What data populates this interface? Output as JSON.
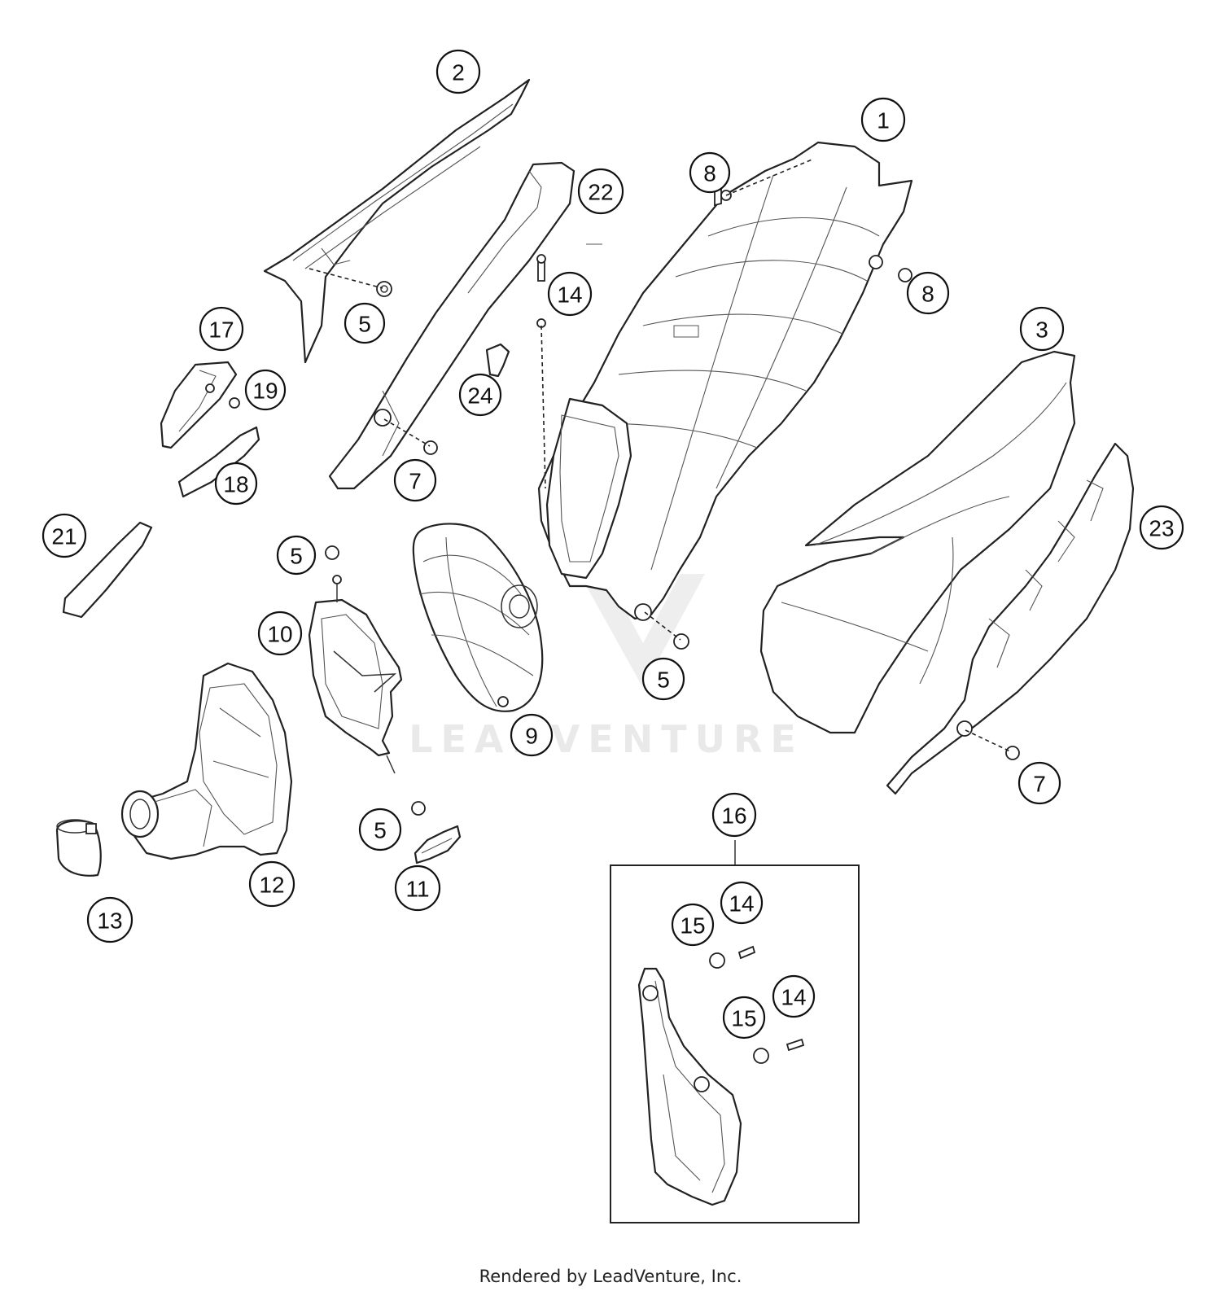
{
  "diagram": {
    "callouts": [
      {
        "id": "c2",
        "label": "2"
      },
      {
        "id": "c1",
        "label": "1"
      },
      {
        "id": "c8a",
        "label": "8"
      },
      {
        "id": "c22",
        "label": "22"
      },
      {
        "id": "c8b",
        "label": "8"
      },
      {
        "id": "c14a",
        "label": "14"
      },
      {
        "id": "c5a",
        "label": "5"
      },
      {
        "id": "c17",
        "label": "17"
      },
      {
        "id": "c3",
        "label": "3"
      },
      {
        "id": "c19",
        "label": "19"
      },
      {
        "id": "c24",
        "label": "24"
      },
      {
        "id": "c18",
        "label": "18"
      },
      {
        "id": "c7a",
        "label": "7"
      },
      {
        "id": "c23",
        "label": "23"
      },
      {
        "id": "c21",
        "label": "21"
      },
      {
        "id": "c5b",
        "label": "5"
      },
      {
        "id": "c10",
        "label": "10"
      },
      {
        "id": "c5c",
        "label": "5"
      },
      {
        "id": "c9",
        "label": "9"
      },
      {
        "id": "c7b",
        "label": "7"
      },
      {
        "id": "c16",
        "label": "16"
      },
      {
        "id": "c5d",
        "label": "5"
      },
      {
        "id": "c12",
        "label": "12"
      },
      {
        "id": "c11",
        "label": "11"
      },
      {
        "id": "c14b",
        "label": "14"
      },
      {
        "id": "c13",
        "label": "13"
      },
      {
        "id": "c15a",
        "label": "15"
      },
      {
        "id": "c14c",
        "label": "14"
      },
      {
        "id": "c15b",
        "label": "15"
      }
    ],
    "watermark": "LEADVENTURE",
    "credit": "Rendered by LeadVenture, Inc."
  }
}
